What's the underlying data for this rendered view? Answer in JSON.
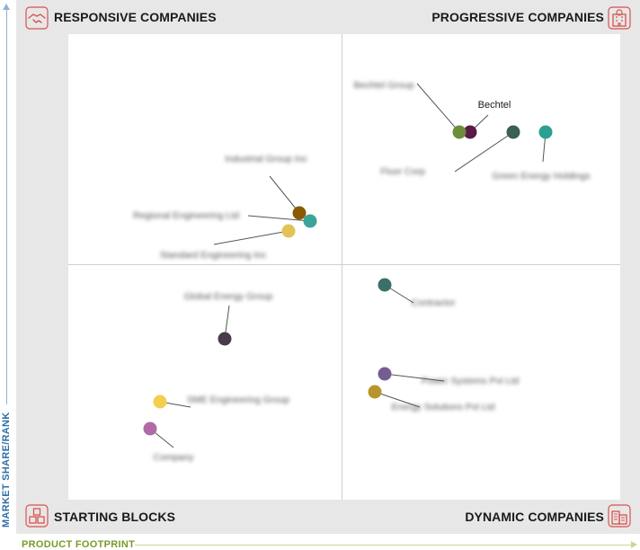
{
  "quadrants": {
    "top_left": "RESPONSIVE COMPANIES",
    "top_right": "PROGRESSIVE COMPANIES",
    "bottom_left": "STARTING BLOCKS",
    "bottom_right": "DYNAMIC COMPANIES"
  },
  "axes": {
    "y_label": "MARKET SHARE/RANK",
    "x_label": "PRODUCT FOOTPRINT"
  },
  "companies": [
    {
      "label": "Bechtel",
      "color": "#5a1a48",
      "blurred": false
    },
    {
      "label": "Bechtel Group",
      "color": "#6b8e3a",
      "blurred": true
    },
    {
      "label": "Fluor Corp",
      "color": "#3a5f55",
      "blurred": true
    },
    {
      "label": "Green Energy Holdings",
      "color": "#2aa191",
      "blurred": true
    },
    {
      "label": "Industrial Group Inc",
      "color": "#8a5a00",
      "blurred": true
    },
    {
      "label": "Regional Engineering Ltd",
      "color": "#3aa39a",
      "blurred": true
    },
    {
      "label": "Standard Engineering Inc",
      "color": "#e2c456",
      "blurred": true
    },
    {
      "label": "Global Energy Group",
      "color": "#4a3a4d",
      "blurred": true
    },
    {
      "label": "SME Engineering Group",
      "color": "#f4cf4d",
      "blurred": true
    },
    {
      "label": "Company",
      "color": "#b06aa8",
      "blurred": true
    },
    {
      "label": "Contractor",
      "color": "#3b7068",
      "blurred": true
    },
    {
      "label": "Power Systems Pvt Ltd",
      "color": "#735d91",
      "blurred": true
    },
    {
      "label": "Energy Solutions Pvt Ltd",
      "color": "#b8952c",
      "blurred": true
    }
  ]
}
